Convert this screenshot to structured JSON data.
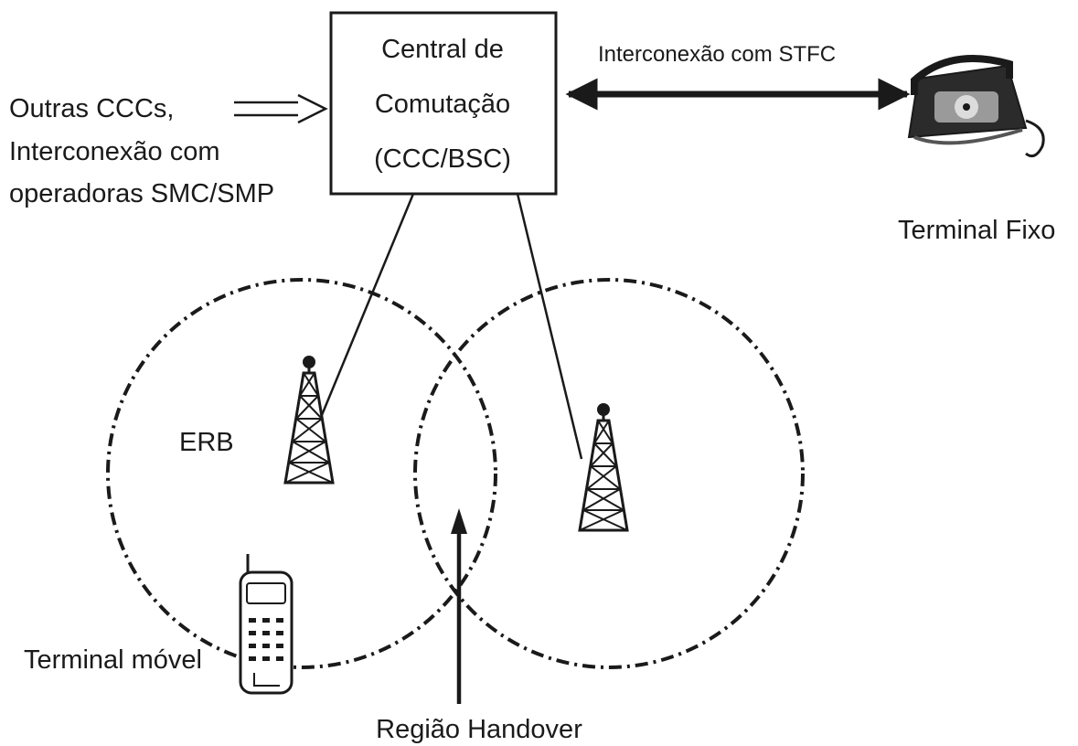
{
  "central": {
    "line1": "Central de",
    "line2": "Comutação",
    "line3": "(CCC/BSC)"
  },
  "left_note": {
    "line1": "Outras  CCCs,",
    "line2": "Interconexão com",
    "line3": "operadoras SMC/SMP"
  },
  "link_label": "Interconexão com STFC",
  "fixed_terminal_label": "Terminal Fixo",
  "erb_label": "ERB",
  "mobile_terminal_label": "Terminal móvel",
  "handover_label": "Região Handover",
  "colors": {
    "ink": "#1a1a1a",
    "background": "#ffffff"
  }
}
